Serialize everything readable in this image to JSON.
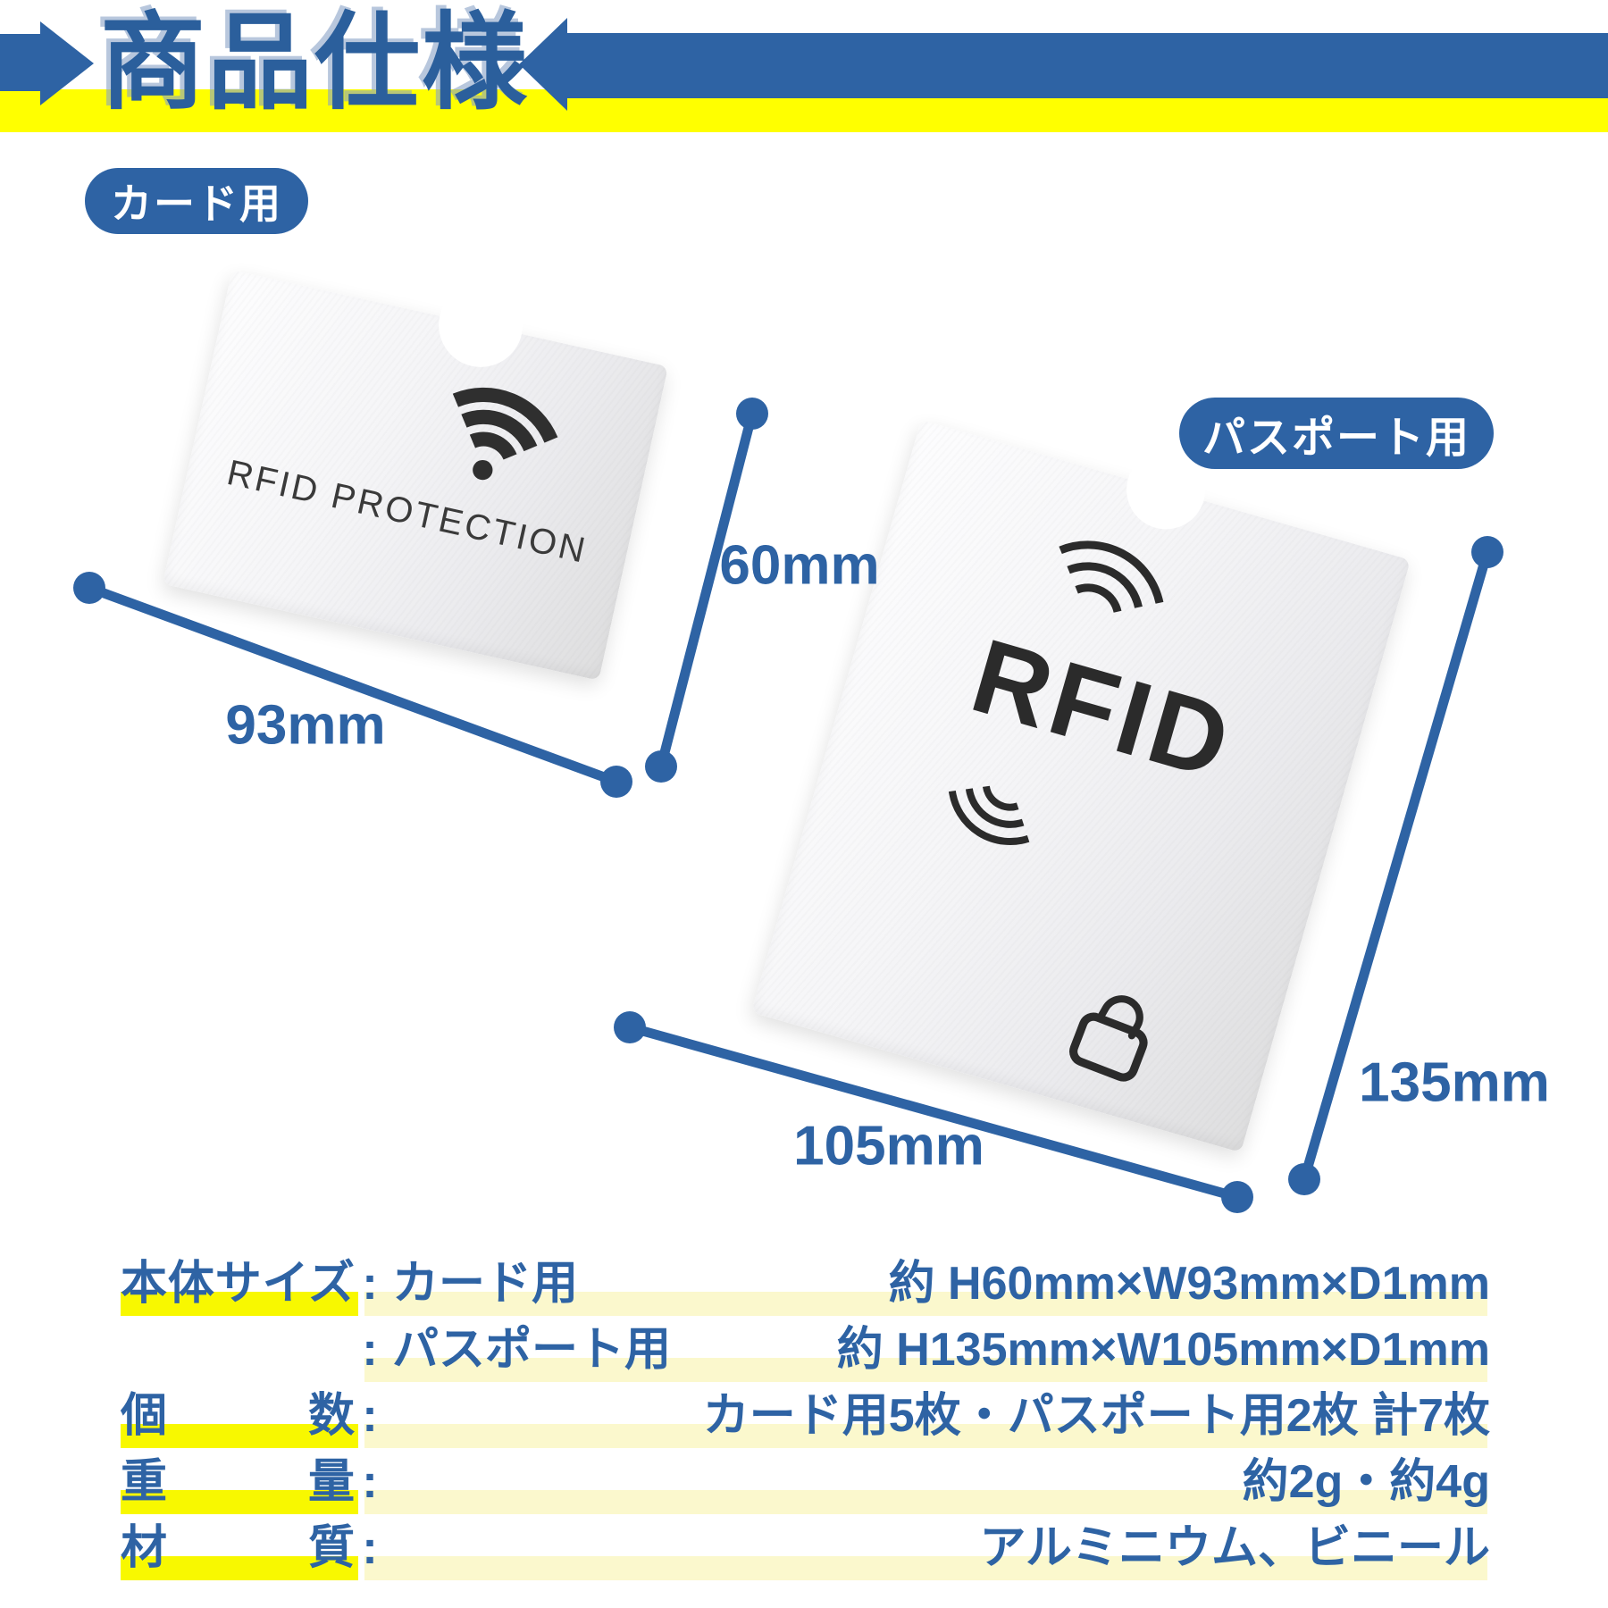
{
  "header": {
    "title": "商品仕様"
  },
  "card_section": {
    "badge": "カード用",
    "sleeve_print": "RFID PROTECTION",
    "width_label": "93mm",
    "height_label": "60mm"
  },
  "passport_section": {
    "badge": "パスポート用",
    "sleeve_print": "RFID",
    "width_label": "105mm",
    "height_label": "135mm"
  },
  "specs": {
    "rows": [
      {
        "label": "本体サイズ",
        "colon": ":",
        "sub": "カード用",
        "value": "約 H60mm×W93mm×D1mm"
      },
      {
        "label": "",
        "colon": ":",
        "sub": "パスポート用",
        "value": "約 H135mm×W105mm×D1mm"
      },
      {
        "label": "個数",
        "colon": ":",
        "sub": "",
        "value": "カード用5枚・パスポート用2枚 計7枚"
      },
      {
        "label": "重量",
        "colon": ":",
        "sub": "",
        "value": "約2g・約4g"
      },
      {
        "label": "材質",
        "colon": ":",
        "sub": "",
        "value": "アルミニウム、ビニール"
      }
    ]
  },
  "colors": {
    "accent_blue": "#2e63a4",
    "title_blue": "#2b5f9c",
    "band_yellow": "#ffff00",
    "highlight_bright": "#f8f800",
    "highlight_pale": "#fbf8cd",
    "sleeve_silver": "#ededef",
    "print_ink": "#333333"
  },
  "icons": {
    "card": "wifi-icon",
    "passport_top": "wifi-waves-icon",
    "passport_bottom": "wifi-waves-icon",
    "passport_lock": "lock-icon"
  }
}
